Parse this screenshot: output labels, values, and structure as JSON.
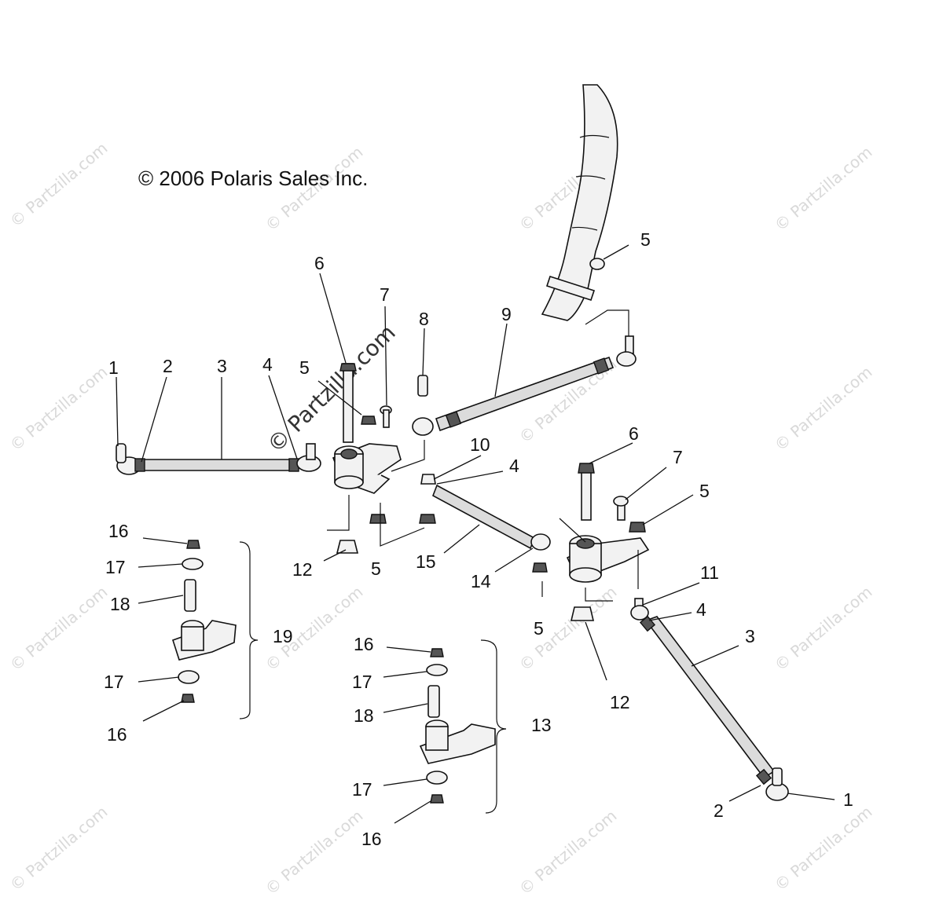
{
  "copyright": "© 2006 Polaris Sales Inc.",
  "watermark": "© Partzilla.com",
  "callouts": {
    "c1a": "1",
    "c2a": "2",
    "c3a": "3",
    "c4a": "4",
    "c5a": "5",
    "c6a": "6",
    "c7a": "7",
    "c8": "8",
    "c9": "9",
    "c5top": "5",
    "c10": "10",
    "c4b": "4",
    "c6b": "6",
    "c7b": "7",
    "c5b": "5",
    "c12a": "12",
    "c5c": "5",
    "c15": "15",
    "c14": "14",
    "c11": "11",
    "c4c": "4",
    "c5d": "5",
    "c12b": "12",
    "c3b": "3",
    "c2b": "2",
    "c1b": "1",
    "c16a": "16",
    "c17a": "17",
    "c18a": "18",
    "c19": "19",
    "c17b": "17",
    "c16b": "16",
    "c16c": "16",
    "c17c": "17",
    "c18b": "18",
    "c13": "13",
    "c17d": "17",
    "c16d": "16"
  }
}
